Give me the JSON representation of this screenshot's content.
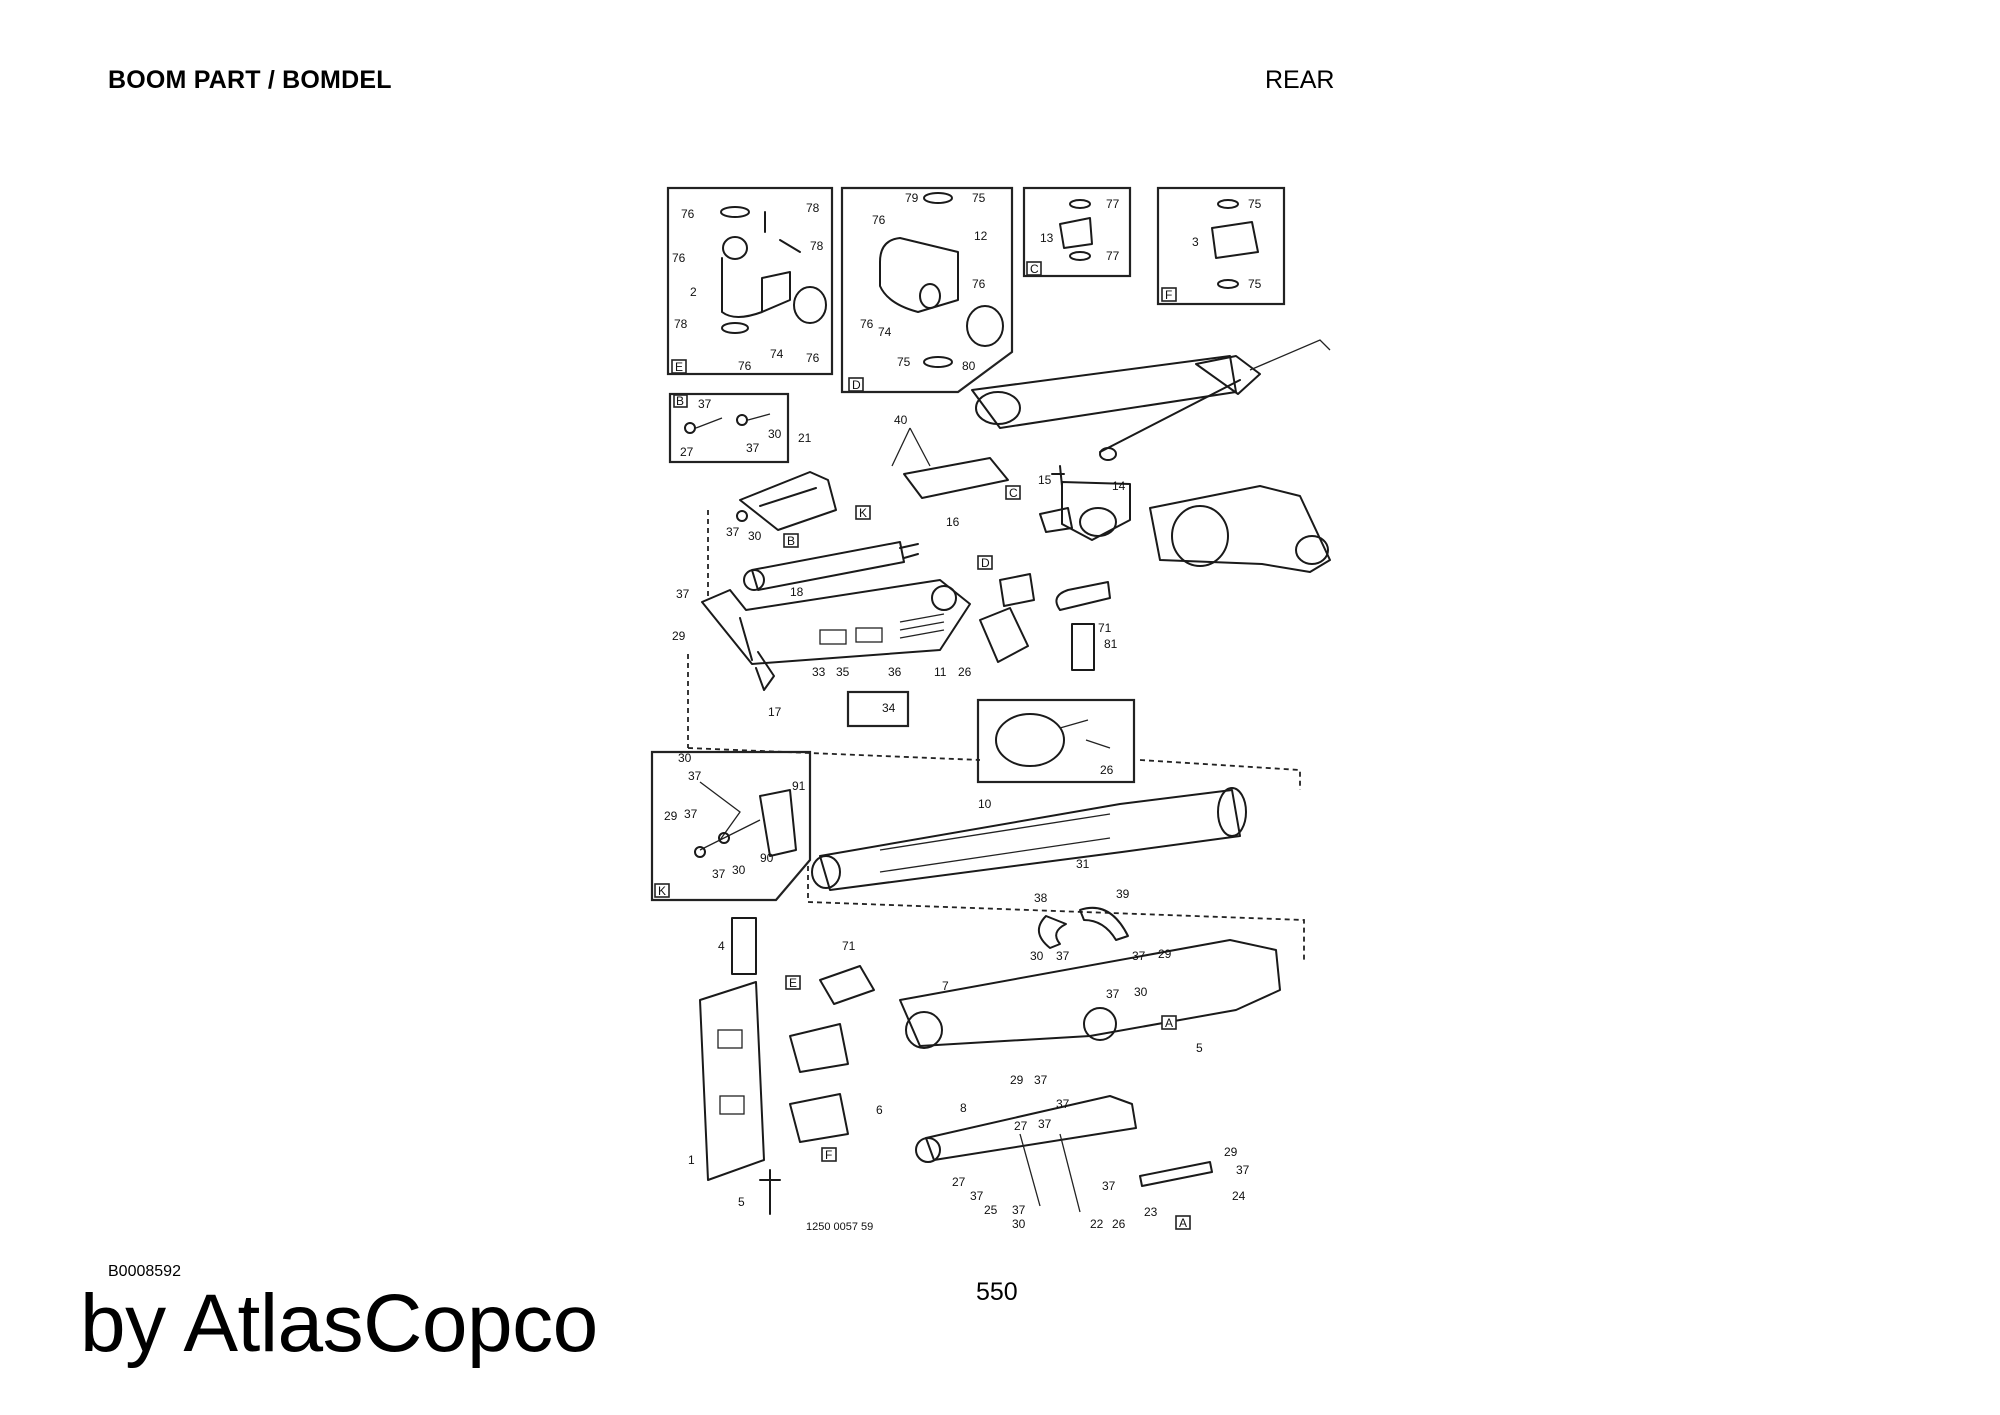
{
  "header": {
    "title": "BOOM PART / BOMDEL",
    "view": "REAR"
  },
  "footer": {
    "doc_code": "B0008592",
    "page_number": "550",
    "brand": "by AtlasCopco"
  },
  "diagram": {
    "drawing_number": "1250 0057 59",
    "detail_tags": [
      "E",
      "D",
      "C",
      "F",
      "B",
      "K",
      "A"
    ]
  }
}
